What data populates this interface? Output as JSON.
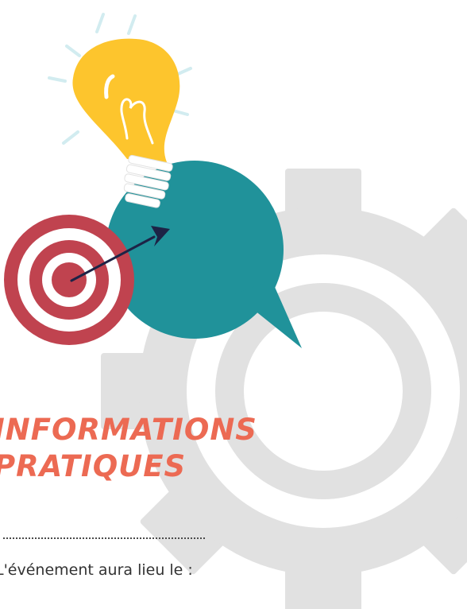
{
  "heading": {
    "line1": "INFORMATIONS",
    "line2": "PRATIQUES"
  },
  "body": {
    "event_text": "L'événement aura lieu le :"
  },
  "icons": {
    "gear": "gear-icon",
    "bulb": "lightbulb-icon",
    "bubble": "speech-bubble-icon",
    "target": "target-icon",
    "arrow": "arrow-icon"
  },
  "colors": {
    "title": "#ec6a53",
    "gear": "#e1e1e1",
    "bulb": "#fdc52d",
    "bubble": "#20929a",
    "target_red": "#c0434f",
    "arrow": "#1d2346"
  }
}
